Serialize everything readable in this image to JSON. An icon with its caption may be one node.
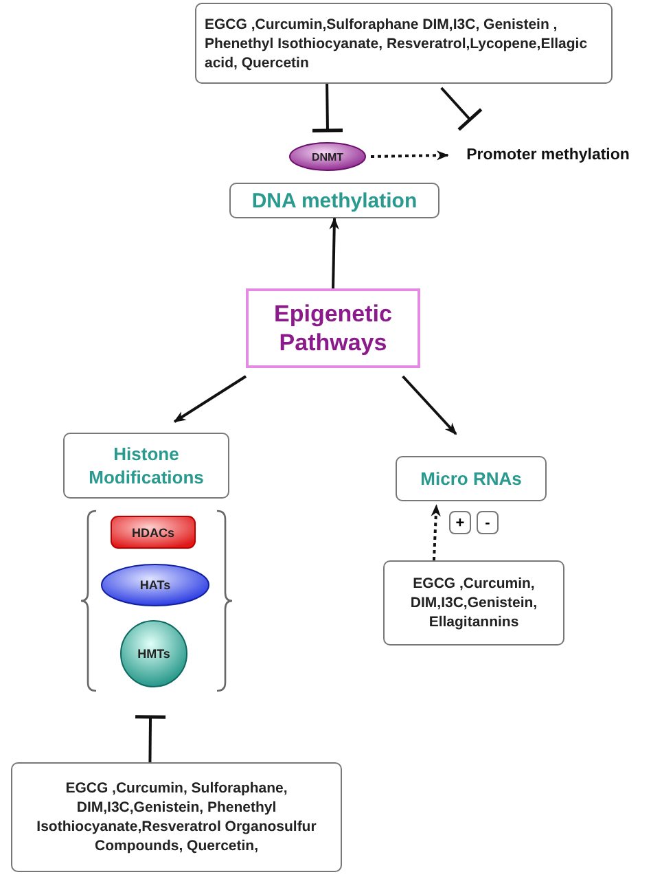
{
  "diagram": {
    "nodes": [
      {
        "text": [
          "EGCG ,Curcumin,Sulforaphane DIM,I3C, Genistein , Phenethyl Isothiocyanate, Resveratrol,Lycopene,Ellagic acid, Quercetin"
        ]
      },
      {
        "text": [
          "DNMT"
        ]
      },
      {
        "text": [
          "Promoter methylation"
        ]
      },
      {
        "text": [
          "DNA methylation"
        ]
      },
      {
        "text": [
          "Epigenetic Pathways"
        ]
      },
      {
        "text": [
          "Histone Modifications"
        ]
      },
      {
        "text": [],
        "shape": "bracket"
      },
      {
        "text": [
          "HDACs"
        ],
        "in": 6
      },
      {
        "text": [
          "HATs"
        ],
        "in": 6
      },
      {
        "text": [
          "HMTs"
        ],
        "in": 6
      },
      {
        "text": [
          "Micro RNAs"
        ]
      },
      {
        "text": [
          "+"
        ]
      },
      {
        "text": [
          "-"
        ]
      },
      {
        "text": [
          "EGCG ,Curcumin, DIM,I3C,Genistein, Ellagitannins"
        ]
      },
      {
        "text": [
          "EGCG ,Curcumin, Sulforaphane, DIM,I3C,Genistein, Phenethyl Isothiocyanate,Resveratrol Organosulfur Compounds, Quercetin,"
        ]
      }
    ],
    "edges": [
      {
        "from": 0,
        "to": 1,
        "arrow": "other"
      },
      {
        "from": 0,
        "to": 2,
        "arrow": "other"
      },
      {
        "from": 1,
        "to": 2,
        "arrow": "to",
        "style": "dashed"
      },
      {
        "from": 4,
        "to": 3,
        "arrow": "to"
      },
      {
        "from": 4,
        "to": 5,
        "arrow": "to"
      },
      {
        "from": 4,
        "to": 10,
        "arrow": "to"
      },
      {
        "from": 14,
        "to": 6,
        "arrow": "other"
      },
      {
        "from": 13,
        "to": 10,
        "arrow": "to",
        "style": "dashed"
      }
    ]
  }
}
